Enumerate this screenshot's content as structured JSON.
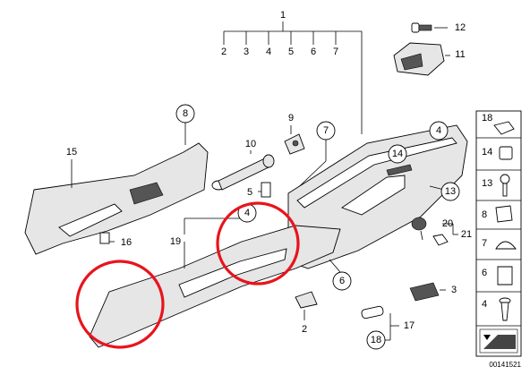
{
  "callouts": {
    "c1": "1",
    "c2a": "2",
    "c3a": "3",
    "c4a": "4",
    "c5a": "5",
    "c6a": "6",
    "c7a": "7",
    "c12": "12",
    "c11": "11",
    "c9": "9",
    "c10": "10",
    "c15": "15",
    "c16": "16",
    "c19": "19",
    "c5b": "5",
    "c13": "13",
    "c20": "20",
    "c21": "21",
    "c3b": "3",
    "c17": "17",
    "c2b": "2"
  },
  "circled": {
    "c8": "8",
    "c7": "7",
    "c4top": "4",
    "c14": "14",
    "c4mid": "4",
    "c6": "6",
    "c18": "18"
  },
  "legend": {
    "items": [
      {
        "num": "18",
        "icon": "clip-icon"
      },
      {
        "num": "14",
        "icon": "nut-icon"
      },
      {
        "num": "13",
        "icon": "screw-icon"
      },
      {
        "num": "8",
        "icon": "bracket-clip-icon"
      },
      {
        "num": "7",
        "icon": "cap-icon"
      },
      {
        "num": "6",
        "icon": "spring-clip-icon"
      },
      {
        "num": "4",
        "icon": "expanding-rivet-icon"
      }
    ]
  },
  "part_id": "00141521",
  "highlight_color": "#e8141c"
}
